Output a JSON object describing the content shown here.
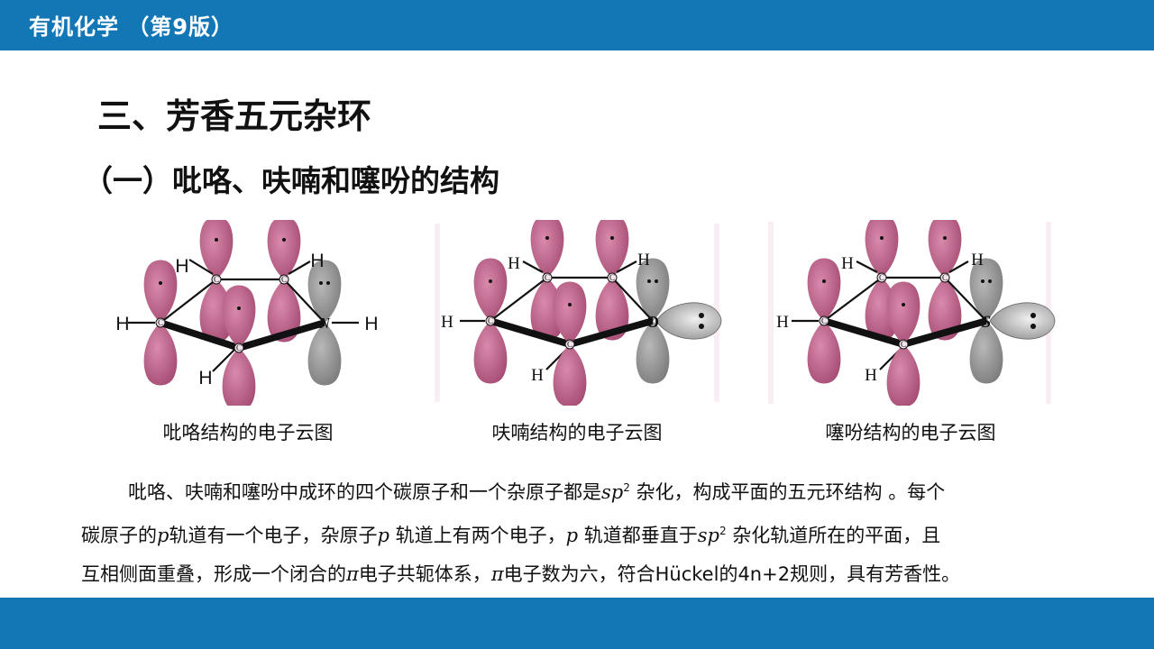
{
  "header": {
    "book_title": "有机化学 （第9版）"
  },
  "section_title": "三、芳香五元杂环",
  "subsection_title": "（一）吡咯、呋喃和噻吩的结构",
  "figures": [
    {
      "caption": "吡咯结构的电子云图",
      "atoms": {
        "c1": "C",
        "c2": "C",
        "c3": "C",
        "c4": "C",
        "het": "N",
        "h1": "H",
        "h2": "H",
        "h3": "H",
        "h4": "H",
        "h5": "H"
      }
    },
    {
      "caption": "呋喃结构的电子云图",
      "atoms": {
        "c1": "C",
        "c2": "C",
        "c3": "C",
        "c4": "C",
        "het": "O",
        "h1": "H",
        "h2": "H",
        "h3": "H",
        "h4": "H"
      }
    },
    {
      "caption": "噻吩结构的电子云图",
      "atoms": {
        "c1": "C",
        "c2": "C",
        "c3": "C",
        "c4": "C",
        "het": "S",
        "h1": "H",
        "h2": "H",
        "h3": "H",
        "h4": "H"
      }
    }
  ],
  "paragraph": {
    "l1_a": "吡咯、呋喃和噻吩中成环的四个碳原子和一个杂原子都是",
    "l1_sp": "sp",
    "l1_sup": "2",
    "l1_b": " 杂化，构成平面的五元环结构 。每个",
    "l2_a": "碳原子的",
    "l2_p1": "p",
    "l2_b": "轨道有一个电子，杂原子",
    "l2_p2": "p",
    "l2_c": " 轨道上有两个电子，",
    "l2_p3": "p",
    "l2_d": " 轨道都垂直于",
    "l2_sp": "sp",
    "l2_sup": "2",
    "l2_e": " 杂化轨道所在的平面，且",
    "l3_a": "互相侧面重叠，形成一个闭合的",
    "l3_pi1": "π",
    "l3_b": "电子共轭体系，",
    "l3_pi2": "π",
    "l3_c": "电子数为六，符合Hückel的4n+2规则，具有芳香性。"
  },
  "colors": {
    "bar": "#1377b6",
    "orbital_pink": "#b5567f",
    "orbital_gray": "#8c8c8c"
  }
}
